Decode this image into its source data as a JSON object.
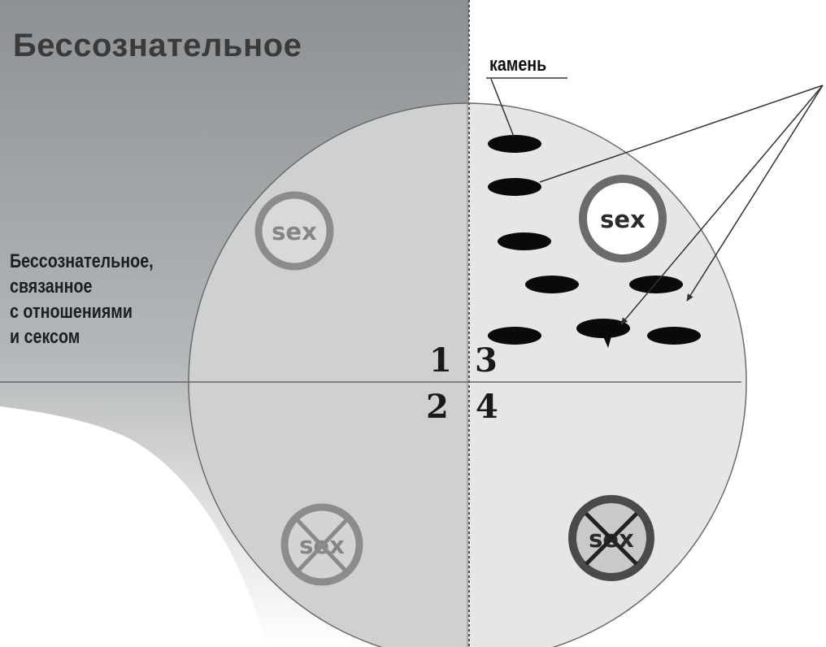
{
  "heading": "Бессознательное",
  "side_label": {
    "lines": [
      "Бессознательное,",
      "связанное",
      "с отношениями",
      "и сексом"
    ]
  },
  "stone_label": "камень",
  "quadrants": {
    "q1": "1",
    "q2": "2",
    "q3": "3",
    "q4": "4"
  },
  "sex_symbols": {
    "q1_text": "sex",
    "q3_text": "sex",
    "q2_text": "sex",
    "q4_text": "sex"
  },
  "colors": {
    "unconscious_shade": "#8f9396",
    "circle_fill": "#dcdcdc",
    "stone": "#0a0a0a",
    "ring_light": "#8a8a8a",
    "ring_dark": "#555555"
  }
}
